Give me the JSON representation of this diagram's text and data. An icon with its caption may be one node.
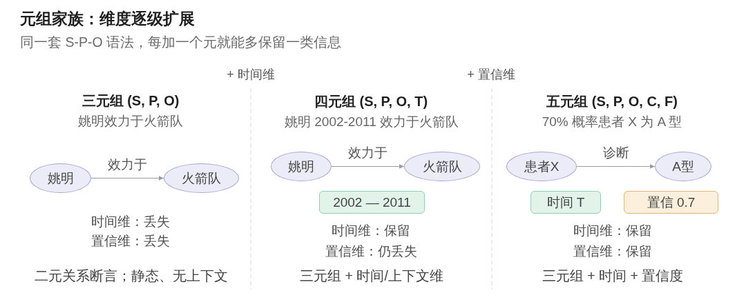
{
  "diagram": {
    "title": "元组家族：维度逐级扩展",
    "nodes": [
      {
        "text": [
          "姚明"
        ]
      },
      {
        "text": [
          "火箭队"
        ]
      },
      {
        "text": [
          "姚明"
        ]
      },
      {
        "text": [
          "火箭队"
        ]
      },
      {
        "text": [
          "2002 — 2011"
        ]
      },
      {
        "text": [
          "患者X"
        ]
      },
      {
        "text": [
          "A型"
        ]
      },
      {
        "text": [
          "时间 T"
        ]
      },
      {
        "text": [
          "置信 0.7"
        ]
      }
    ],
    "edges": [
      {
        "from": 0,
        "to": 1,
        "arrow": "to",
        "label": "效力于"
      },
      {
        "from": 2,
        "to": 3,
        "arrow": "to",
        "label": "效力于"
      },
      {
        "from": 5,
        "to": 6,
        "arrow": "to",
        "label": "诊断"
      }
    ],
    "labels": [
      "同一套 S-P-O 语法，每加一个元就能多保留一类信息",
      "+ 时间维",
      "+ 置信维",
      "三元组 (S, P, O)",
      "姚明效力于火箭队",
      "时间维：丢失",
      "置信维：丢失",
      "二元关系断言；静态、无上下文",
      "四元组 (S, P, O, T)",
      "姚明 2002-2011 效力于火箭队",
      "时间维：保留",
      "置信维：仍丢失",
      "三元组 + 时间/上下文维",
      "五元组 (S, P, O, C, F)",
      "70% 概率患者 X 为 A 型",
      "时间维：保留",
      "置信维：保留",
      "三元组 + 时间 + 置信度"
    ]
  }
}
